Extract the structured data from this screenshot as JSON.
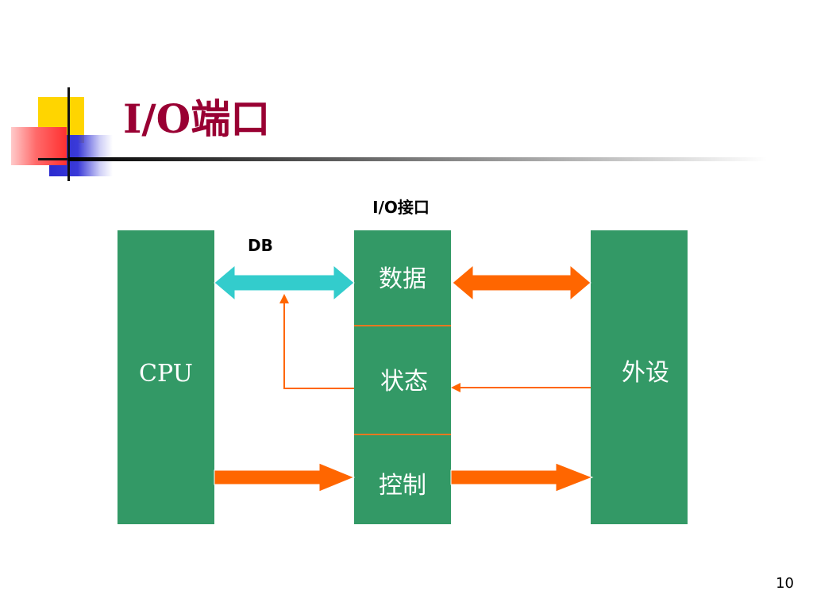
{
  "slide": {
    "title": "I/O端口",
    "page_number": "10"
  },
  "diagram": {
    "interface_caption": "I/O接口",
    "bus_label": "DB",
    "cpu_label": "CPU",
    "device_label": "外设",
    "registers": {
      "data": "数据",
      "status": "状态",
      "control": "控制"
    }
  },
  "colors": {
    "title": "#990033",
    "block_fill": "#339966",
    "bus_arrow": "#33CCCC",
    "signal_arrow": "#FF6600",
    "logo_yellow": "#FFD500",
    "logo_blue": "#2A2AD0",
    "logo_red": "#FF3030"
  }
}
